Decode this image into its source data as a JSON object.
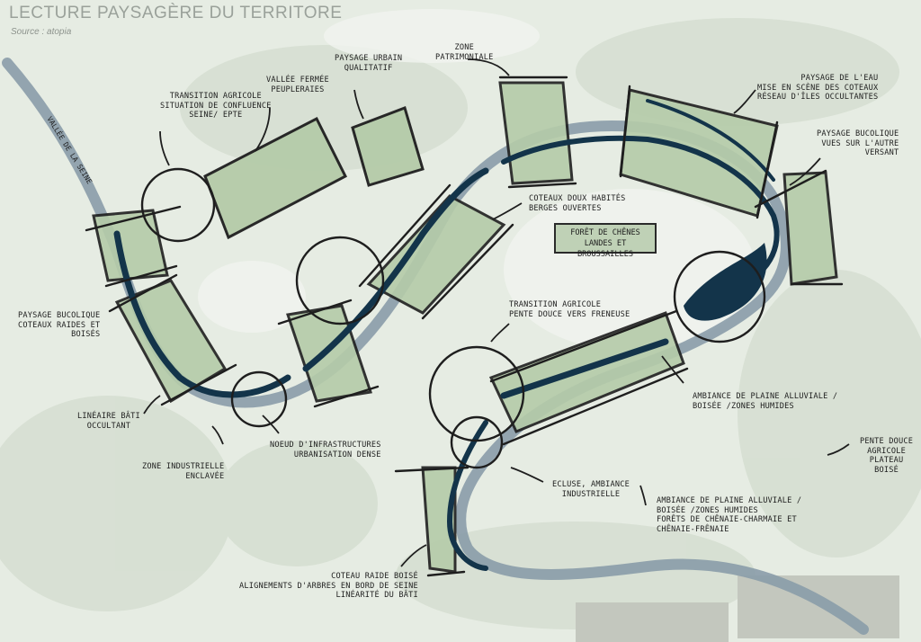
{
  "map": {
    "title": "LECTURE PAYSAGÈRE DU TERRITORE",
    "source": "Source : atopia",
    "river_label": "VALLÉE DE LA SEINE",
    "colors": {
      "background": "#e6ece3",
      "river": "#13344a",
      "corridor": "#8a9ca8",
      "green_zone": "#b5cba9",
      "ink": "#1e1e1e"
    },
    "labels": {
      "transition_agricole_1": "TRANSITION AGRICOLE\nSITUATION DE CONFLUENCE\nSEINE/ EPTE",
      "vallee_fermee": "VALLÉE FERMÉE\nPEUPLERAIES",
      "paysage_urbain": "PAYSAGE URBAIN\nQUALITATIF",
      "zone_patrimoniale": "ZONE\nPATRIMONIALE",
      "paysage_eau": "PAYSAGE DE L'EAU\nMISE EN SCÈNE DES COTEAUX\nRÉSEAU D'ÎLES OCCULTANTES",
      "paysage_bucolique_vues": "PAYSAGE BUCOLIQUE\nVUES SUR L'AUTRE\nVERSANT",
      "coteaux_doux": "COTEAUX DOUX HABITÉS\nBERGES OUVERTES",
      "foret_chenes": "FORÊT DE CHÊNES\nLANDES ET BROUSSAILLES",
      "paysage_bucolique_coteaux": "PAYSAGE BUCOLIQUE\nCOTEAUX RAIDES ET\nBOISÉS",
      "transition_agricole_2": "TRANSITION AGRICOLE\nPENTE DOUCE VERS FRENEUSE",
      "lineaire_bati": "LINÉAIRE BÂTI\nOCCULTANT",
      "ambiance_plaine_1": "AMBIANCE DE PLAINE ALLUVIALE /\nBOISÉE /ZONES HUMIDES",
      "pente_douce": "PENTE DOUCE\nAGRICOLE\nPLATEAU\nBOISÉ",
      "noeud_infra": "NOEUD D'INFRASTRUCTURES\nURBANISATION DENSE",
      "zone_industrielle": "ZONE INDUSTRIELLE\nENCLAVÉE",
      "ecluse": "ECLUSE, AMBIANCE\nINDUSTRIELLE",
      "ambiance_plaine_2": "AMBIANCE DE PLAINE ALLUVIALE /\nBOISÉE /ZONES HUMIDES\nFORÊTS DE CHÊNAIE-CHARMAIE ET\nCHÊNAIE-FRÊNAIE",
      "coteau_raide": "COTEAU RAIDE BOISÉ\nALIGNEMENTS D'ARBRES EN BORD DE SEINE\nLINÉARITÉ DU BÂTI"
    }
  }
}
